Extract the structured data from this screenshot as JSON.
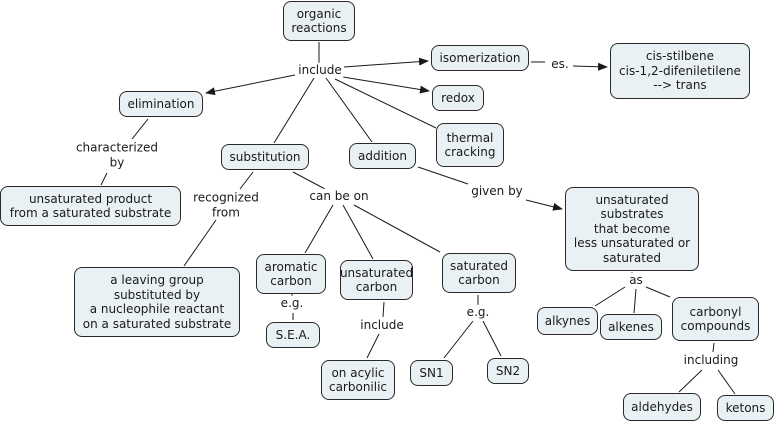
{
  "diagram": {
    "type": "concept-map",
    "colors": {
      "node_fill": "#eaf1f4",
      "node_border": "#2a2a2a",
      "line": "#1a1a1a",
      "background": "#ffffff"
    },
    "concepts": {
      "organic_reactions": "organic\nreactions",
      "elimination": "elimination",
      "isomerization": "isomerization",
      "cis_stilbene": "cis-stilbene\ncis-1,2-difeniletilene\n--> trans",
      "redox": "redox",
      "thermal_cracking": "thermal\ncracking",
      "substitution": "substitution",
      "addition": "addition",
      "unsaturated_product": "unsaturated product\nfrom a saturated substrate",
      "unsaturated_substrates": "unsaturated\nsubstrates\nthat become\nless unsaturated or\nsaturated",
      "leaving_group": "a leaving group\nsubstituted by\na nucleophile reactant\non a saturated substrate",
      "aromatic_carbon": "aromatic\ncarbon",
      "unsaturated_carbon": "unsaturated\ncarbon",
      "saturated_carbon": "saturated\ncarbon",
      "sea": "S.E.A.",
      "acylic_carbonilic": "on acylic\ncarbonilic",
      "sn1": "SN1",
      "sn2": "SN2",
      "alkynes": "alkynes",
      "alkenes": "alkenes",
      "carbonyl_compounds": "carbonyl\ncompounds",
      "aldehydes": "aldehydes",
      "ketons": "ketons"
    },
    "linking_phrases": {
      "include_main": "include",
      "es": "es.",
      "characterized_by": "characterized\nby",
      "recognized_from": "recognized\nfrom",
      "can_be_on": "can be on",
      "given_by": "given by",
      "eg_aromatic": "e.g.",
      "include_unsat": "include",
      "eg_saturated": "e.g.",
      "as": "as",
      "including": "including"
    },
    "relations": [
      {
        "from": "organic_reactions",
        "via": "include_main",
        "to": [
          "elimination",
          "isomerization",
          "redox",
          "thermal_cracking",
          "substitution",
          "addition"
        ]
      },
      {
        "from": "isomerization",
        "via": "es",
        "to": [
          "cis_stilbene"
        ]
      },
      {
        "from": "elimination",
        "via": "characterized_by",
        "to": [
          "unsaturated_product"
        ]
      },
      {
        "from": "substitution",
        "via": "recognized_from",
        "to": [
          "leaving_group"
        ]
      },
      {
        "from": "substitution",
        "via": "can_be_on",
        "to": [
          "aromatic_carbon",
          "unsaturated_carbon",
          "saturated_carbon"
        ]
      },
      {
        "from": "addition",
        "via": "given_by",
        "to": [
          "unsaturated_substrates"
        ]
      },
      {
        "from": "aromatic_carbon",
        "via": "eg_aromatic",
        "to": [
          "sea"
        ]
      },
      {
        "from": "unsaturated_carbon",
        "via": "include_unsat",
        "to": [
          "acylic_carbonilic"
        ]
      },
      {
        "from": "saturated_carbon",
        "via": "eg_saturated",
        "to": [
          "sn1",
          "sn2"
        ]
      },
      {
        "from": "unsaturated_substrates",
        "via": "as",
        "to": [
          "alkynes",
          "alkenes",
          "carbonyl_compounds"
        ]
      },
      {
        "from": "carbonyl_compounds",
        "via": "including",
        "to": [
          "aldehydes",
          "ketons"
        ]
      }
    ]
  }
}
